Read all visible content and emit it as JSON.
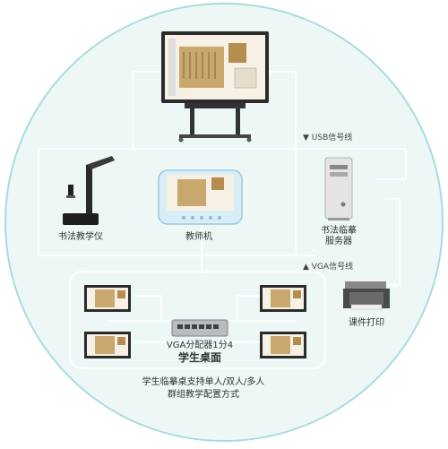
{
  "labels": {
    "usb_signal": "▼ USB信号线",
    "vga_signal": "▲ VGA信号线",
    "calligraphy_instrument": "书法教学仪",
    "teacher_pc": "教师机",
    "server_line1": "书法临摹",
    "server_line2": "服务器",
    "courseware_print": "课件打印",
    "vga_splitter": "VGA分配器1分4",
    "student_desktop": "学生桌面",
    "note_line1": "学生临摹桌支持单人/双人/多人",
    "note_line2": "群组教学配置方式"
  },
  "colors": {
    "circle_fill": "#ecf7f6",
    "circle_border": "#a9dcdf",
    "line": "#ffffff",
    "screen_paper": "#c9a870",
    "board_frame": "#333333"
  },
  "icons": {
    "board": "interactive-board-icon",
    "scanner": "document-camera-icon",
    "teacher": "teacher-monitor-icon",
    "server": "server-tower-icon",
    "printer": "printer-icon",
    "switch": "network-switch-icon",
    "student_screen": "student-monitor-icon"
  }
}
